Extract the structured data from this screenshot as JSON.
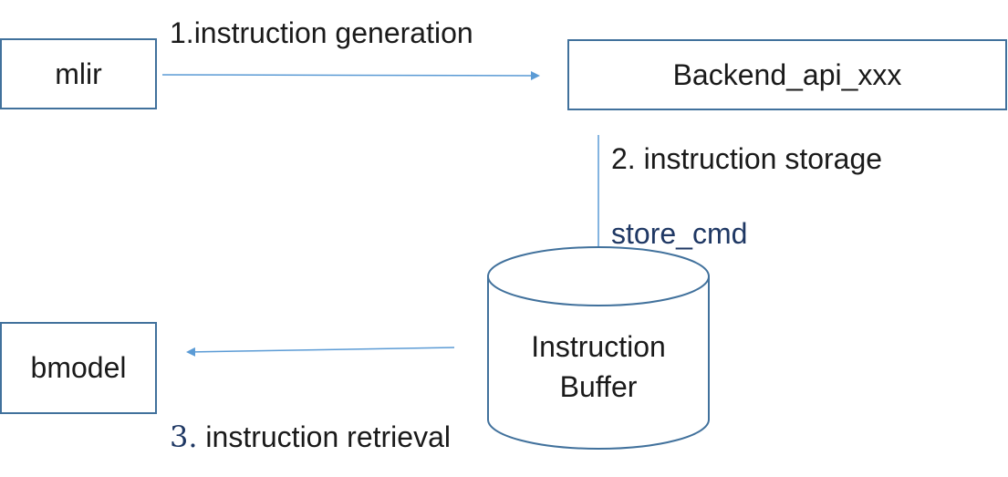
{
  "diagram": {
    "nodes": {
      "mlir": {
        "label": "mlir"
      },
      "backend": {
        "label": "Backend_api_xxx"
      },
      "buffer": {
        "line1": "Instruction",
        "line2": "Buffer"
      },
      "bmodel": {
        "label": "bmodel"
      }
    },
    "edges": {
      "generation": {
        "label": "1.instruction generation",
        "from": "mlir",
        "to": "Backend_api_xxx"
      },
      "storage": {
        "label": "2. instruction storage",
        "sublabel": "store_cmd",
        "from": "Backend_api_xxx",
        "to": "Instruction Buffer"
      },
      "retrieval": {
        "label_num": "3.",
        "label": " instruction retrieval",
        "from": "Instruction Buffer",
        "to": "bmodel"
      }
    },
    "colors": {
      "border": "#41719c",
      "arrow": "#5b9bd5",
      "sublabel": "#1f3864"
    }
  }
}
